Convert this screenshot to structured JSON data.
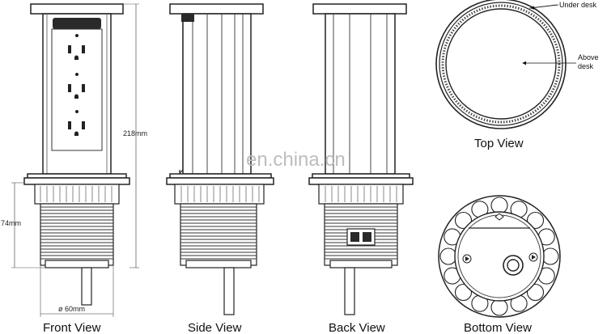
{
  "views": {
    "front": "Front View",
    "side": "Side View",
    "back": "Back View",
    "top": "Top View",
    "bottom": "Bottom View"
  },
  "dimensions": {
    "height": "218mm",
    "base_height": "74mm",
    "diameter": "ø 60mm"
  },
  "callouts": {
    "under_desk": "Under desk",
    "above_desk_line1": "Above",
    "above_desk_line2": "desk"
  },
  "watermark": "en.china.cn"
}
